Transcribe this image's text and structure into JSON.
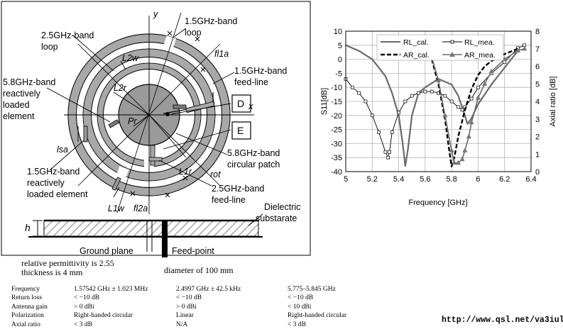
{
  "antenna": {
    "axis_y": "y",
    "axis_x": "x",
    "labels": {
      "l15_loop_1": "1.5GHz-band",
      "l15_loop_2": "loop",
      "fl1a": "fl1a",
      "l25_loop_1": "2.5GHz-band",
      "l25_loop_2": "loop",
      "l2w": "L2w",
      "l2r": "L2r",
      "l15_feed_1": "1.5GHz-band",
      "l15_feed_2": "feed-line",
      "l58_rle_1": "5.8GHz-band",
      "l58_rle_2": "reactively",
      "l58_rle_3": "loaded",
      "l58_rle_4": "element",
      "box_d": "D",
      "box_e": "E",
      "pr": "Pr",
      "lsa": "lsa",
      "l58_patch_1": "5.8GHz-band",
      "l58_patch_2": "circular patch",
      "l15_rle_1": "1.5GHz-band",
      "l15_rle_2": "reactively",
      "l15_rle_3": "loaded element",
      "l1r": "L1r",
      "rot": "rot",
      "l25_feed_1": "2.5GHz-band",
      "l25_feed_2": "feed-line",
      "l1w": "L1w",
      "fl2a": "fl2a",
      "h": "h",
      "dielectric_1": "Dielectric",
      "dielectric_2": "substarate",
      "ground": "Ground plane",
      "feedpoint": "Feed-point"
    }
  },
  "notes": {
    "permittivity": "relative permittivity is 2.55",
    "thickness": "thickness is 4 mm",
    "diameter": "diameter of 100 mm"
  },
  "specs": {
    "rows": [
      [
        "Frequency",
        "1.57542 GHz ± 1.023 MHz",
        "2.4997 GHz ± 42.5 kHz",
        "5.775–5.845 GHz"
      ],
      [
        "Return loss",
        "< −10 dB",
        "< −10 dB",
        "< −10 dB"
      ],
      [
        "Antenna gain",
        "> 0 dBi",
        "> 0 dBi",
        "< 10 dBi"
      ],
      [
        "Polarization",
        "Right-handed circular",
        "Linear",
        "Right-handed circular"
      ],
      [
        "Axial ratio",
        "< 3 dB",
        "N/A",
        "< 3 dB"
      ]
    ]
  },
  "footer": {
    "url": "http://www.qsl.net/va3iul/"
  },
  "chart_data": {
    "type": "line",
    "xlabel": "Frequency [GHz]",
    "ylabel_left": "S11[dB]",
    "ylabel_right": "Axial ratio [dB]",
    "xlim": [
      5,
      6.4
    ],
    "ylim_left": [
      -40,
      10
    ],
    "ylim_right": [
      0,
      8
    ],
    "x_ticks": [
      "5",
      "5.2",
      "5.4",
      "5.6",
      "5.8",
      "6",
      "6.2",
      "6.4"
    ],
    "y_left_ticks": [
      "10",
      "5",
      "0",
      "-5",
      "-10",
      "-15",
      "-20",
      "-25",
      "-30",
      "-35",
      "-40"
    ],
    "y_right_ticks": [
      "8",
      "7",
      "6",
      "5",
      "4",
      "3",
      "2",
      "1",
      "0"
    ],
    "grid": true,
    "legend_position": "top-right",
    "series": [
      {
        "name": "RL_cal.",
        "axis": "left",
        "style": "solid",
        "x": [
          5.0,
          5.1,
          5.2,
          5.3,
          5.35,
          5.4,
          5.43,
          5.45,
          5.47,
          5.5,
          5.55,
          5.6,
          5.7,
          5.8,
          5.85,
          5.9,
          5.92,
          5.95,
          6.0,
          6.1,
          6.2,
          6.3
        ],
        "y": [
          5,
          3,
          0,
          -6,
          -12,
          -20,
          -30,
          -38,
          -32,
          -20,
          -12,
          -10,
          -7,
          -9,
          -13,
          -20,
          -23,
          -21,
          -16,
          -9,
          -3,
          3
        ]
      },
      {
        "name": "RL_mea.",
        "axis": "left",
        "style": "solid-square-markers",
        "x": [
          5.0,
          5.05,
          5.1,
          5.15,
          5.2,
          5.25,
          5.3,
          5.32,
          5.33,
          5.35,
          5.4,
          5.45,
          5.5,
          5.55,
          5.6,
          5.65,
          5.7,
          5.75,
          5.8,
          5.85,
          5.88,
          5.9,
          5.95,
          6.0,
          6.1,
          6.2,
          6.3,
          6.35
        ],
        "y": [
          -7,
          -10,
          -12,
          -15,
          -20,
          -26,
          -33,
          -35,
          -33,
          -26,
          -19,
          -15,
          -13,
          -12,
          -11.5,
          -11.5,
          -12,
          -13,
          -15,
          -17,
          -18,
          -17,
          -14,
          -10,
          -5,
          -1,
          4,
          5
        ]
      },
      {
        "name": "AR_cal.",
        "axis": "right",
        "style": "dashed",
        "x": [
          5.65,
          5.7,
          5.75,
          5.78,
          5.8,
          5.82,
          5.85,
          5.9,
          5.95,
          6.0,
          6.05,
          6.1,
          6.2,
          6.3
        ],
        "y": [
          6.4,
          5.0,
          3.0,
          1.3,
          0.3,
          0.8,
          2.0,
          3.5,
          4.7,
          5.5,
          6.0,
          6.3,
          6.7,
          7.0
        ]
      },
      {
        "name": "AR_mea.",
        "axis": "right",
        "style": "solid-triangle-markers",
        "x": [
          5.65,
          5.7,
          5.75,
          5.8,
          5.82,
          5.85,
          5.88,
          5.9,
          5.93,
          5.95,
          6.0,
          6.05,
          6.1,
          6.2,
          6.3,
          6.35
        ],
        "y": [
          6.5,
          5.2,
          3.2,
          1.2,
          0.5,
          0.5,
          0.7,
          1.2,
          2.0,
          2.8,
          4.2,
          5.0,
          5.7,
          6.4,
          6.9,
          7.0
        ]
      }
    ]
  },
  "colors": {
    "ring": "#a8a8a8",
    "patch": "#9a9a9a",
    "line": "#000000",
    "rl_cal": "#6a6a6a",
    "grid": "#b5b5b5"
  }
}
